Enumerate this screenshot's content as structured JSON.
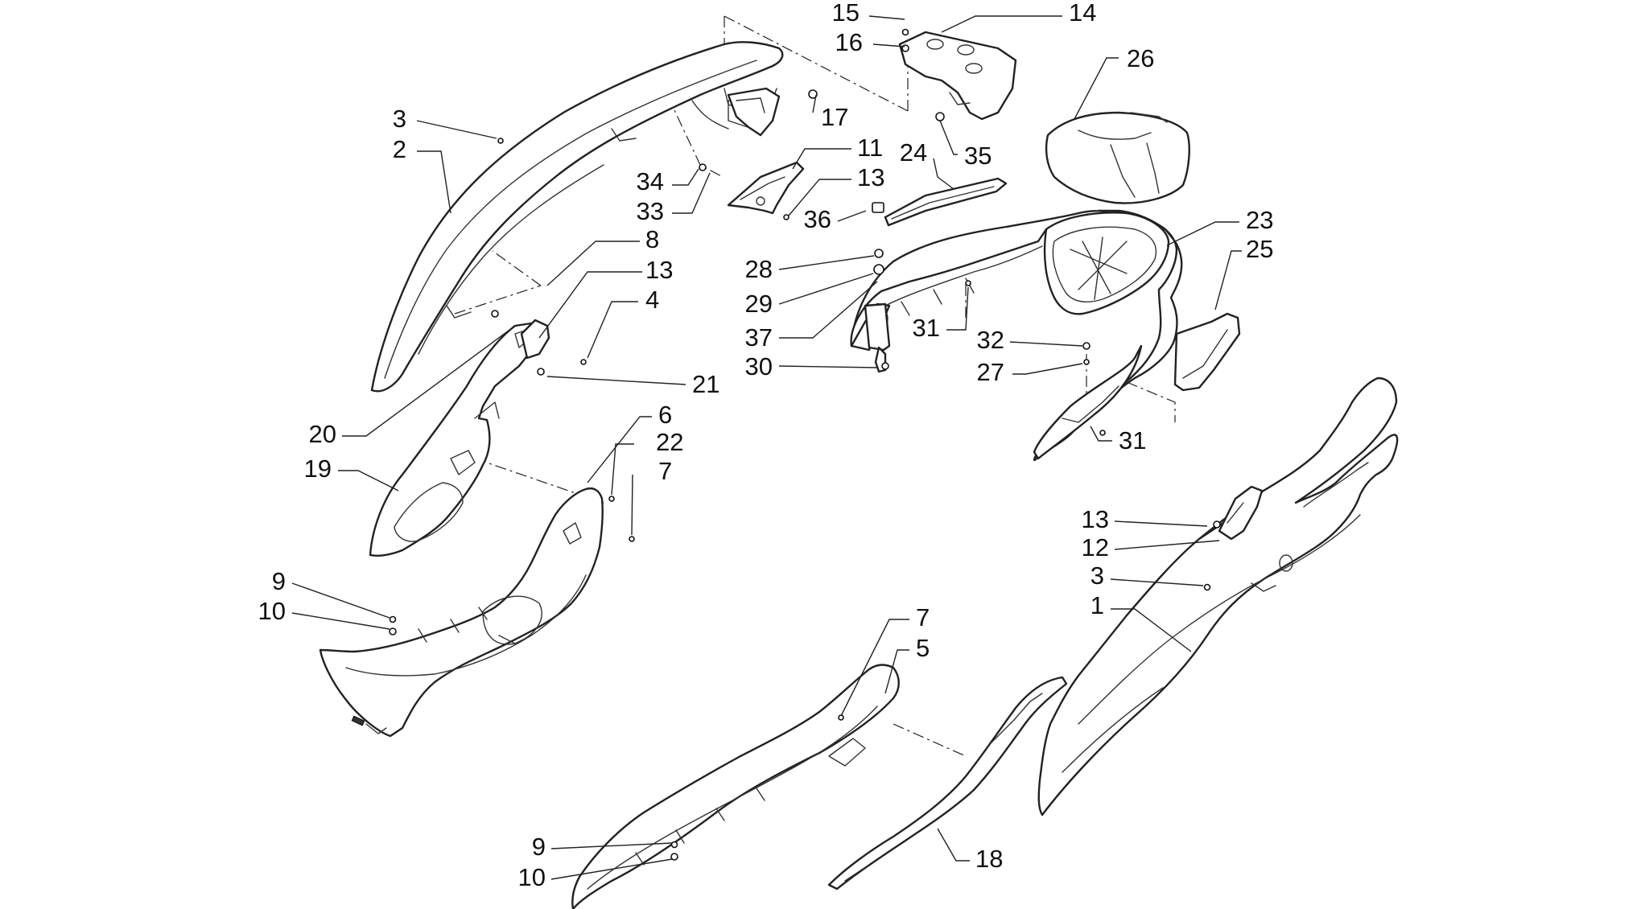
{
  "diagram": {
    "callouts": [
      {
        "id": "c15",
        "label": "15"
      },
      {
        "id": "c14",
        "label": "14"
      },
      {
        "id": "c16",
        "label": "16"
      },
      {
        "id": "c26",
        "label": "26"
      },
      {
        "id": "c17",
        "label": "17"
      },
      {
        "id": "c3a",
        "label": "3"
      },
      {
        "id": "c2",
        "label": "2"
      },
      {
        "id": "c35",
        "label": "35"
      },
      {
        "id": "c11",
        "label": "11"
      },
      {
        "id": "c24",
        "label": "24"
      },
      {
        "id": "c34",
        "label": "34"
      },
      {
        "id": "c13a",
        "label": "13"
      },
      {
        "id": "c33",
        "label": "33"
      },
      {
        "id": "c36",
        "label": "36"
      },
      {
        "id": "c23",
        "label": "23"
      },
      {
        "id": "c25",
        "label": "25"
      },
      {
        "id": "c8",
        "label": "8"
      },
      {
        "id": "c13b",
        "label": "13"
      },
      {
        "id": "c28",
        "label": "28"
      },
      {
        "id": "c4",
        "label": "4"
      },
      {
        "id": "c29",
        "label": "29"
      },
      {
        "id": "c31a",
        "label": "31"
      },
      {
        "id": "c32",
        "label": "32"
      },
      {
        "id": "c37",
        "label": "37"
      },
      {
        "id": "c30",
        "label": "30"
      },
      {
        "id": "c27",
        "label": "27"
      },
      {
        "id": "c21",
        "label": "21"
      },
      {
        "id": "c6",
        "label": "6"
      },
      {
        "id": "c20",
        "label": "20"
      },
      {
        "id": "c22",
        "label": "22"
      },
      {
        "id": "c31b",
        "label": "31"
      },
      {
        "id": "c19",
        "label": "19"
      },
      {
        "id": "c7a",
        "label": "7"
      },
      {
        "id": "c13c",
        "label": "13"
      },
      {
        "id": "c12",
        "label": "12"
      },
      {
        "id": "c9a",
        "label": "9"
      },
      {
        "id": "c3b",
        "label": "3"
      },
      {
        "id": "c10a",
        "label": "10"
      },
      {
        "id": "c1",
        "label": "1"
      },
      {
        "id": "c7b",
        "label": "7"
      },
      {
        "id": "c5",
        "label": "5"
      },
      {
        "id": "c9b",
        "label": "9"
      },
      {
        "id": "c18",
        "label": "18"
      },
      {
        "id": "c10b",
        "label": "10"
      }
    ]
  }
}
